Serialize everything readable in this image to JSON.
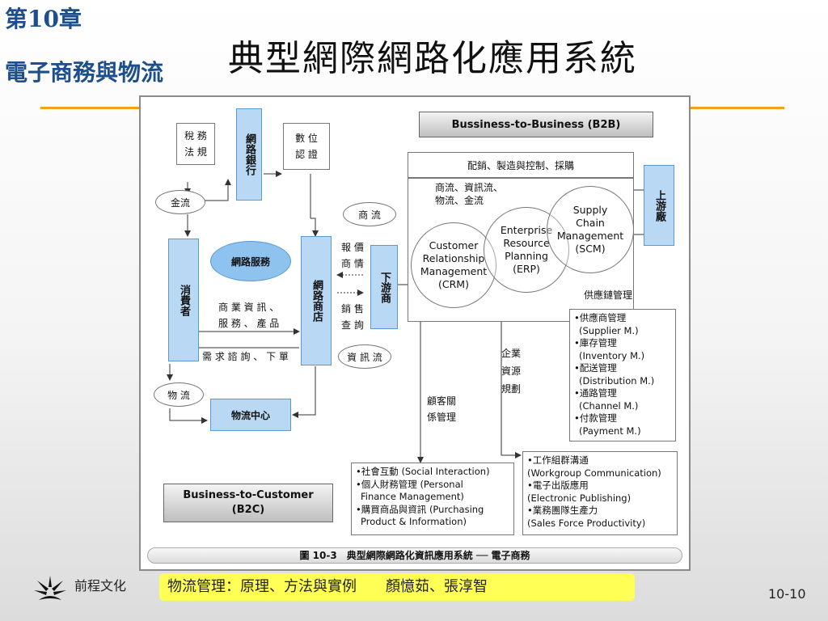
{
  "header": {
    "chapter_number": "第10章",
    "chapter_title": "電子商務與物流",
    "title": "典型網際網路化應用系統"
  },
  "diagram": {
    "b2b_label": "Bussiness-to-Business (B2B)",
    "b2c_label_line1": "Business-to-Customer",
    "b2c_label_line2": "(B2C)",
    "tax_line1": "稅 務",
    "tax_line2": "法 規",
    "bank": "網路銀行",
    "digital_line1": "數 位",
    "digital_line2": "認 證",
    "money_flow": "金流",
    "commerce_flow": "商 流",
    "consumer": "消費者",
    "net_service": "網路服務",
    "net_store": "網路商店",
    "downstream": "下游商",
    "quote_line1": "報 價",
    "quote_line2": "商 情",
    "sales_line1": "銷 售",
    "sales_line2": "查 詢",
    "info_flow": "資 訊 流",
    "biz_info_line1": "商 業 資 訊 、",
    "biz_info_line2": "服 務 、 產 品",
    "demand": "需 求 諮 詢 、 下 單",
    "logistics_flow": "物 流",
    "logistics_center": "物流中心",
    "upstream": "上游廠",
    "distribution_top": "配銷、製造與控制、採購",
    "flows_line1": "商流、資訊流、",
    "flows_line2": "物流、金流",
    "crm": [
      "Customer",
      "Relationship",
      "Management",
      "(CRM)"
    ],
    "erp": [
      "Enterprise",
      "Resource",
      "Planning",
      "(ERP)"
    ],
    "scm": [
      "Supply",
      "Chain",
      "Management",
      "(SCM)"
    ],
    "supply_chain_mgmt": "供應鏈管理",
    "scm_list": [
      "•供應商管理",
      "(Supplier M.)",
      "•庫存管理",
      "(Inventory M.)",
      "•配送管理",
      "(Distribution M.)",
      "•通路管理",
      "(Channel M.)",
      "•付款管理",
      "(Payment M.)"
    ],
    "erp_label": [
      "企業",
      "資源",
      "規劃"
    ],
    "crm_label": [
      "顧客關",
      "係管理"
    ],
    "crm_list": [
      "•社會互動 (Social Interaction)",
      "•個人財務管理 (Personal",
      "Finance Management)",
      "•購買商品與資訊 (Purchasing",
      "Product & Information)"
    ],
    "erp_list": [
      "•工作組群溝通",
      "(Workgroup Communication)",
      "•電子出版應用",
      "(Electronic Publishing)",
      "•業務團隊生產力",
      "(Sales Force Productivity)"
    ],
    "caption": "圖 10-3　典型網際網路化資訊應用系統 ── 電子商務"
  },
  "footer": {
    "publisher": "前程文化",
    "book": "物流管理：原理、方法與實例　　顏憶茹、張淳智",
    "page": "10-10"
  },
  "colors": {
    "accent_rule": "#f0a21a",
    "chapter_text": "#1d4f8c",
    "blue_box": "#b8d8f4",
    "service_oval": "#8ec3f0",
    "footer_bar": "#ffff55"
  }
}
